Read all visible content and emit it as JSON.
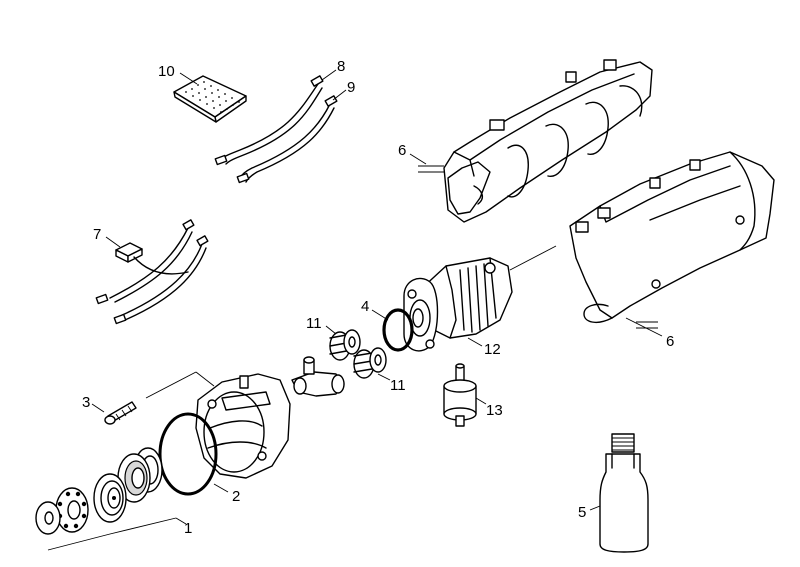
{
  "diagram": {
    "type": "exploded parts diagram",
    "part_labels": {
      "p1": "1",
      "p2": "2",
      "p3": "3",
      "p4": "4",
      "p5": "5",
      "p6a": "6",
      "p6b": "6",
      "p7": "7",
      "p8": "8",
      "p9": "9",
      "p10": "10",
      "p11a": "11",
      "p11b": "11",
      "p12": "12",
      "p13": "13"
    },
    "icons": [
      "filter-mesh-icon",
      "cable-harness-icon",
      "housing-half-icon",
      "motor-icon",
      "gear-icon",
      "o-ring-icon",
      "screw-icon",
      "pump-head-icon",
      "valve-seat-icon",
      "bearing-icon",
      "oil-bottle-icon",
      "switch-icon"
    ]
  }
}
